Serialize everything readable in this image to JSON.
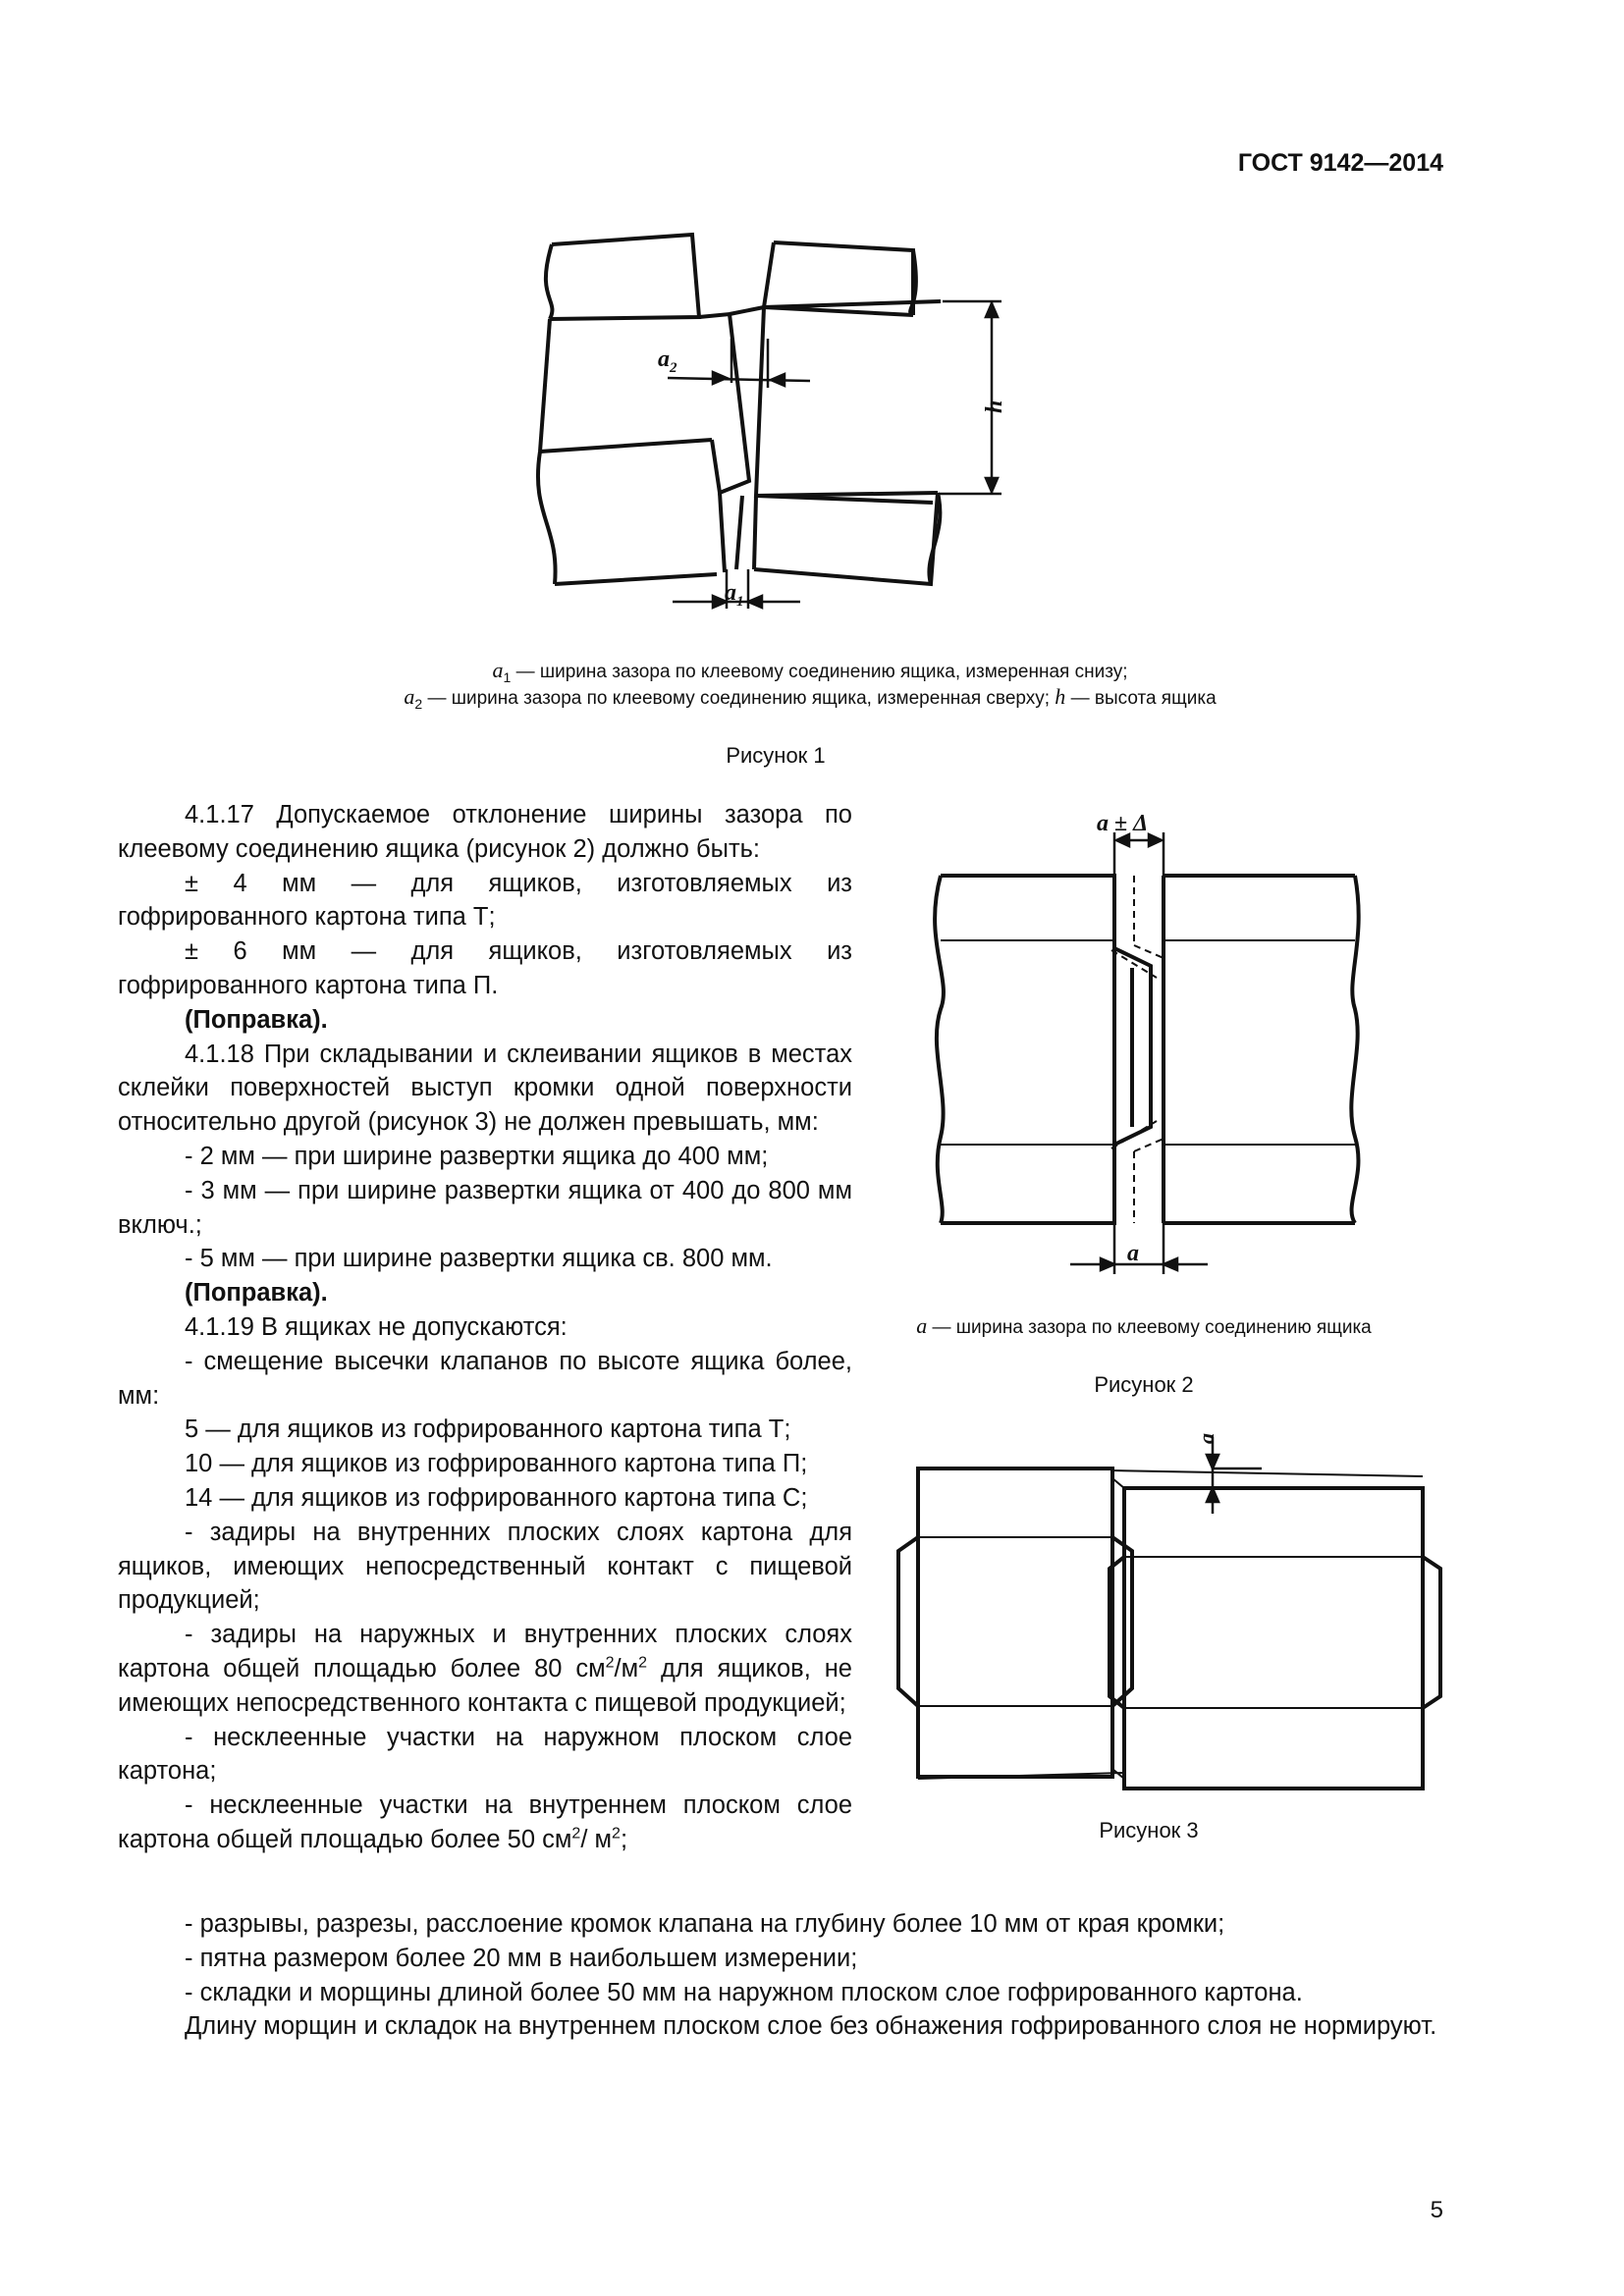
{
  "header": {
    "doc_number": "ГОСТ 9142—2014"
  },
  "figure1": {
    "caption_line1": "— ширина зазора по клеевому соединению ящика, измеренная снизу;",
    "caption_line2_part1": "— ширина зазора по клеевому соединению ящика, измеренная сверху;",
    "caption_line2_part2": "— высота ящика",
    "label": "Рисунок 1",
    "symbols": {
      "a": "a",
      "a1_sub": "1",
      "a2_sub": "2",
      "h": "h"
    }
  },
  "figure2": {
    "caption": "— ширина зазора по клеевому соединению ящика",
    "label": "Рисунок 2",
    "symbols": {
      "a": "a",
      "a_pm_delta": "a ± Δ"
    }
  },
  "figure3": {
    "label": "Рисунок 3",
    "symbols": {
      "a": "a"
    }
  },
  "sections": {
    "p4117_title": "4.1.17 Допускаемое отклонение ширины зазора по клеевому соединению ящика (рисунок 2) должно быть:",
    "p4117_t": "± 4 мм — для ящиков, изготовляемых из гофрированного картона типа Т;",
    "p4117_p": "± 6 мм — для ящиков, изготовляемых из гофрированного картона типа П.",
    "correction1": "(Поправка).",
    "p4118_title": "4.1.18 При складывании и склеивании ящиков в местах склейки поверхностей выступ кромки одной поверхности относительно другой (рисунок 3) не должен превышать, мм:",
    "p4118_1": "- 2 мм — при ширине развертки ящика до 400 мм;",
    "p4118_2": "- 3 мм — при ширине развертки ящика от 400 до 800 мм включ.;",
    "p4118_3": "- 5 мм — при ширине развертки ящика св. 800 мм.",
    "correction2": "(Поправка).",
    "p4119_title": "4.1.19 В ящиках не допускаются:",
    "p4119_1": "- смещение высечки клапанов по высоте ящика более, мм:",
    "p4119_1a": "5 — для ящиков из гофрированного картона типа Т;",
    "p4119_1b": "10 — для ящиков из гофрированного картона типа П;",
    "p4119_1c": "14 — для ящиков из гофрированного картона типа С;",
    "p4119_2": "- задиры на внутренних плоских слоях картона для ящиков, имеющих непосредственный контакт с пищевой продукцией;",
    "p4119_3_pre": "- задиры на наружных и внутренних плоских слоях картона общей площадью более 80 см",
    "p4119_3_mid": "/м",
    "p4119_3_post": " для ящиков, не имеющих непосредственного контакта с пищевой продукцией;",
    "p4119_4": "- несклеенные участки на наружном плоском слое картона;",
    "p4119_5_pre": "- несклеенные участки на внутреннем плоском слое картона общей площадью более 50 см",
    "p4119_5_mid": "/ м",
    "p4119_5_post": ";",
    "sup2": "2",
    "p4119_6": "- разрывы, разрезы, расслоение кромок клапана на глубину более 10 мм от края кромки;",
    "p4119_7": "- пятна размером более 20 мм в наибольшем измерении;",
    "p4119_8": "- складки и морщины длиной более 50 мм на наружном плоском слое гофрированного картона.",
    "p_final": "Длину морщин и складок на внутреннем плоском слое без обнажения гофрированного слоя не нормируют."
  },
  "page_number": "5"
}
